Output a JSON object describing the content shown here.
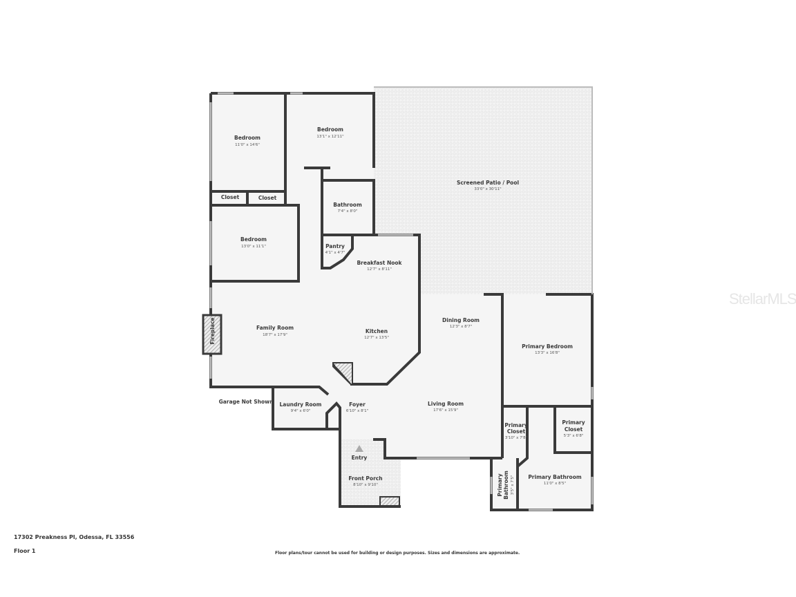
{
  "address": "17302 Preakness Pl, Odessa, FL 33556",
  "floor": "Floor 1",
  "disclaimer": "Floor plans/tour cannot be used for building or design purposes. Sizes and dimensions are approximate.",
  "watermark": "StellarMLS",
  "colors": {
    "wall": "#3a3a3a",
    "floor": "#f5f5f5",
    "outdoor": "#ededed"
  },
  "rooms": [
    {
      "name": "Bedroom",
      "dims": "11'0\" x 14'6\""
    },
    {
      "name": "Bedroom",
      "dims": "13'1\" x 12'11\""
    },
    {
      "name": "Screened Patio / Pool",
      "dims": "33'0\" x 30'11\""
    },
    {
      "name": "Closet"
    },
    {
      "name": "Closet"
    },
    {
      "name": "Bathroom",
      "dims": "7'4\" x 8'0\""
    },
    {
      "name": "Bedroom",
      "dims": "13'0\" x 11'1\""
    },
    {
      "name": "Pantry",
      "dims": "4'1\" x 4'7\""
    },
    {
      "name": "Breakfast Nook",
      "dims": "12'7\" x 8'11\""
    },
    {
      "name": "Family Room",
      "dims": "18'7\" x 17'9\""
    },
    {
      "name": "Kitchen",
      "dims": "12'7\" x 13'5\""
    },
    {
      "name": "Dining Room",
      "dims": "12'3\" x 8'7\""
    },
    {
      "name": "Primary Bedroom",
      "dims": "13'3\" x 16'8\""
    },
    {
      "name": "Fireplace"
    },
    {
      "name": "Laundry Room",
      "dims": "9'4\" x 6'0\""
    },
    {
      "name": "Foyer",
      "dims": "6'10\" x 8'1\""
    },
    {
      "name": "Living Room",
      "dims": "17'6\" x 15'9\""
    },
    {
      "name": "Primary Closet",
      "name_lines": [
        "Primary",
        "Closet"
      ],
      "dims": "3'10\" x 7'8\""
    },
    {
      "name": "Primary Closet",
      "name_lines": [
        "Primary",
        "Closet"
      ],
      "dims": "5'3\" x 6'8\""
    },
    {
      "name": "Entry"
    },
    {
      "name": "Front Porch",
      "dims": "8'10\" x 9'10\""
    },
    {
      "name": "Primary Bathroom",
      "dims": "11'0\" x 8'5\""
    },
    {
      "name": "Primary Bathroom",
      "name_lines": [
        "Primary",
        "Bathroom"
      ],
      "dims": "3'5\" x 7'5\""
    }
  ],
  "garage_note": "Garage Not Shown"
}
